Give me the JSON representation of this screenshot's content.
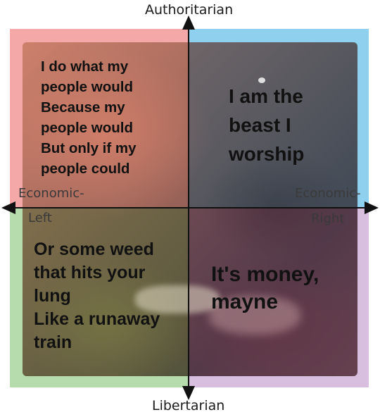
{
  "axes": {
    "top": "Authoritarian",
    "bottom": "Libertarian",
    "left_line1": "Economic-",
    "left_line2": "Left",
    "right_line1": "Economic-",
    "right_line2": "Right"
  },
  "quadrants": {
    "authoritarian_left": {
      "lines": [
        "I do what my",
        "people would",
        "Because my",
        "people would",
        "But only if my",
        "people could"
      ],
      "color": "#f4a8a8"
    },
    "authoritarian_right": {
      "lines": [
        "I am the",
        "beast I",
        "worship"
      ],
      "color": "#8fd0ef"
    },
    "libertarian_left": {
      "lines": [
        "Or some weed",
        "that hits your",
        "lung",
        "Like a runaway",
        "train"
      ],
      "color": "#b6dcae"
    },
    "libertarian_right": {
      "lines": [
        "It's money,",
        "mayne"
      ],
      "color": "#d8bfe0"
    }
  }
}
